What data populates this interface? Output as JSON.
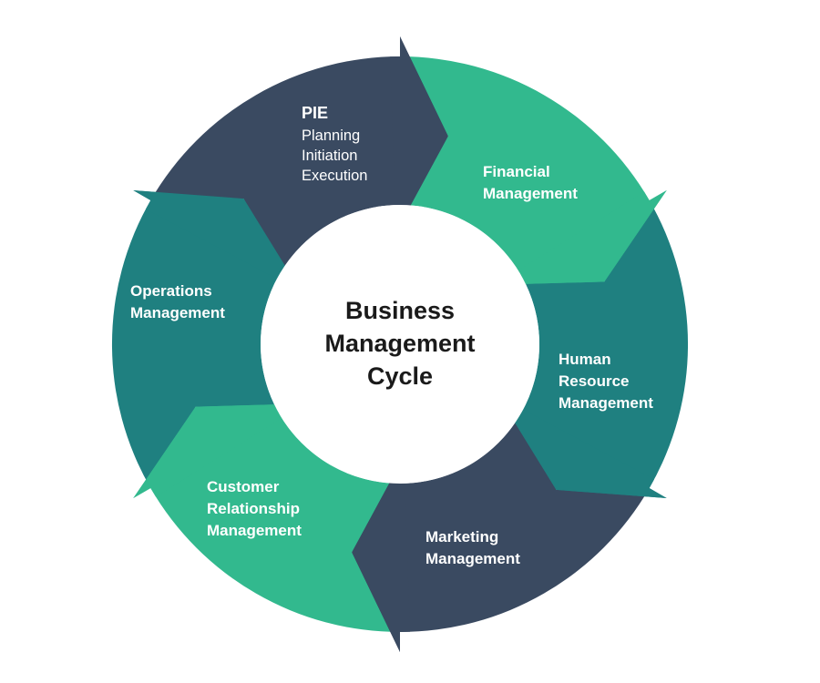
{
  "diagram": {
    "title_lines": [
      "Business",
      "Management",
      "Cycle"
    ],
    "colors": {
      "navy": "#3a4a61",
      "teal": "#1f8080",
      "green": "#32b98e",
      "center_text": "#1a1a1a",
      "label_text": "#ffffff"
    },
    "direction": "clockwise",
    "segments": [
      {
        "id": "pie",
        "color": "navy",
        "heading": "PIE",
        "lines": [
          "Planning",
          "Initiation",
          "Execution"
        ]
      },
      {
        "id": "financial",
        "color": "green",
        "lines": [
          "Financial",
          "Management"
        ]
      },
      {
        "id": "human-resource",
        "color": "teal",
        "lines": [
          "Human",
          "Resource",
          "Management"
        ]
      },
      {
        "id": "marketing",
        "color": "navy",
        "lines": [
          "Marketing",
          "Management"
        ]
      },
      {
        "id": "customer-relationship",
        "color": "green",
        "lines": [
          "Customer",
          "Relationship",
          "Management"
        ]
      },
      {
        "id": "operations",
        "color": "teal",
        "lines": [
          "Operations",
          "Management"
        ]
      }
    ]
  }
}
